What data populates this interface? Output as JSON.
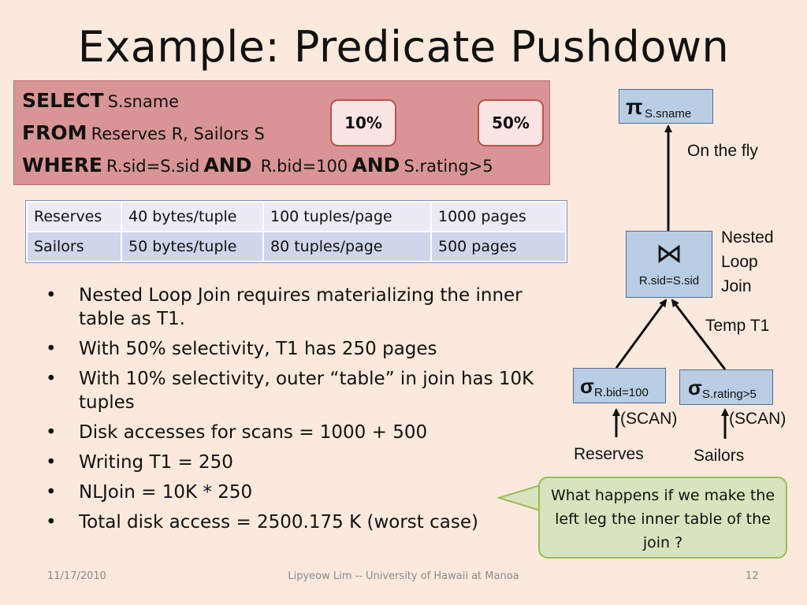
{
  "title": "Example: Predicate Pushdown",
  "sql": {
    "select_kw": "SELECT",
    "select_text": "S.sname",
    "from_kw": "FROM",
    "from_text": "Reserves R, Sailors S",
    "where_kw": "WHERE",
    "where_text1": "R.sid=S.sid",
    "and_kw1": "AND",
    "where_text2": "R.bid=100",
    "and_kw2": "AND",
    "where_text3": "S.rating>5"
  },
  "callouts": {
    "left": "10%",
    "right": "50%"
  },
  "table": {
    "rows": [
      [
        "Reserves",
        "40 bytes/tuple",
        "100 tuples/page",
        "1000 pages"
      ],
      [
        "Sailors",
        "50 bytes/tuple",
        "80 tuples/page",
        "500 pages"
      ]
    ]
  },
  "bullets": [
    "Nested Loop Join requires materializing the inner table as T1.",
    "With 50% selectivity, T1 has 250 pages",
    "With 10% selectivity, outer “table” in join has 10K tuples",
    "Disk accesses for scans = 1000 + 500",
    "Writing T1 = 250",
    "NLJoin = 10K * 250",
    "Total disk access = 2500.175 K (worst case)"
  ],
  "bullet_char": "•",
  "plan": {
    "project_symbol": "π",
    "project_sub": "S.sname",
    "on_the_fly": "On the fly",
    "join_symbol": "⋈",
    "join_sub": "R.sid=S.sid",
    "join_label_1": "Nested",
    "join_label_2": "Loop",
    "join_label_3": "Join",
    "temp": "Temp T1",
    "sel_symbol": "σ",
    "sel_left_sub": "R.bid=100",
    "sel_right_sub": "S.rating>5",
    "scan_left": "(SCAN)",
    "scan_right": "(SCAN)",
    "rel_left": "Reserves",
    "rel_right": "Sailors"
  },
  "question": "What happens if we make the left leg the inner table of the join ?",
  "footer": {
    "date": "11/17/2010",
    "center": "Lipyeow Lim -- University of Hawaii at Manoa",
    "page": "12"
  },
  "colors": {
    "background": "#fbe9dd",
    "sql_box": "#d99595",
    "callout_border": "#c0504d",
    "node_fill": "#b9cde5",
    "question_fill": "#d7e4bd",
    "question_border": "#9bbb59"
  }
}
